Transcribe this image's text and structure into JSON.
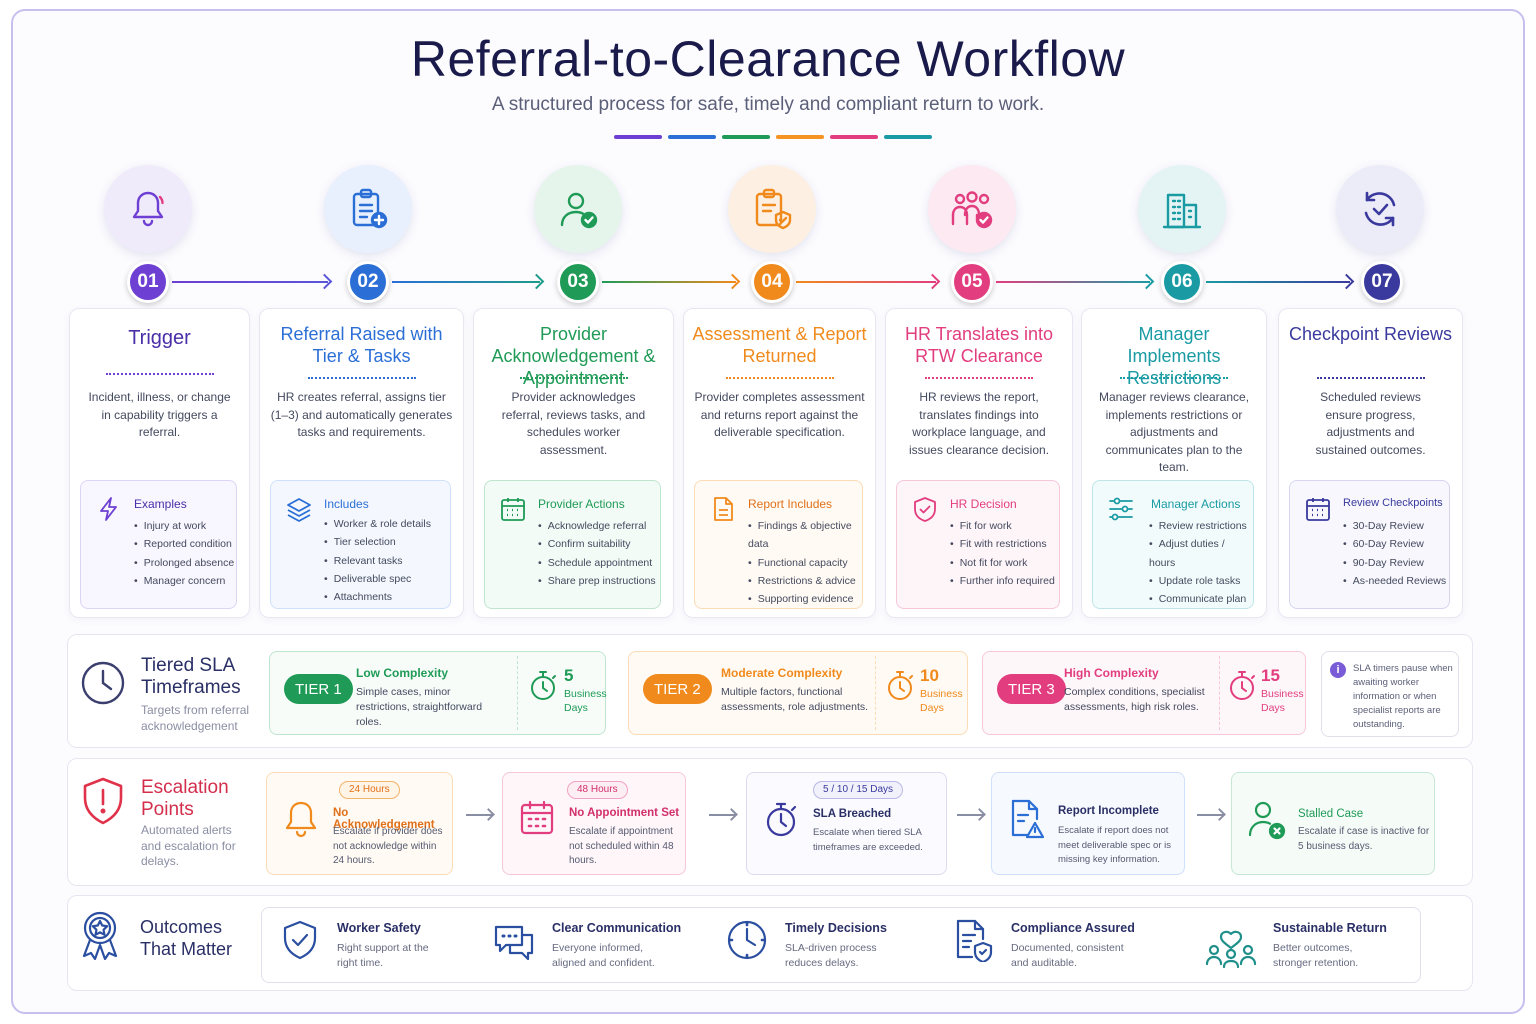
{
  "header": {
    "title": "Referral-to-Clearance Workflow",
    "subtitle": "A structured process for safe, timely and compliant return to work.",
    "bar_colors": [
      "#6d3fd2",
      "#2b6fd6",
      "#1f9b57",
      "#f59422",
      "#e23d7e",
      "#1a9ba3"
    ]
  },
  "steps": [
    {
      "num": "01",
      "icon": "bell-icon",
      "color": "#6d3fd2",
      "title": "Trigger",
      "desc": "Incident, illness, or change in capability triggers a referral.",
      "sub_title": "Examples",
      "sub_icon": "lightning-icon",
      "items": [
        "Injury at work",
        "Reported condition",
        "Prolonged absence",
        "Manager concern"
      ]
    },
    {
      "num": "02",
      "icon": "clipboard-plus-icon",
      "color": "#2b6fd6",
      "title": "Referral Raised with Tier & Tasks",
      "desc": "HR creates referral, assigns tier (1–3) and automatically generates tasks and requirements.",
      "sub_title": "Includes",
      "sub_icon": "layers-icon",
      "items": [
        "Worker & role details",
        "Tier selection",
        "Relevant tasks",
        "Deliverable spec",
        "Attachments"
      ]
    },
    {
      "num": "03",
      "icon": "user-check-icon",
      "color": "#1f9b57",
      "title": "Provider Acknowledgement & Appointment",
      "desc": "Provider acknowledges referral, reviews tasks, and schedules worker assessment.",
      "sub_title": "Provider Actions",
      "sub_icon": "calendar-icon",
      "items": [
        "Acknowledge referral",
        "Confirm suitability",
        "Schedule appointment",
        "Share prep instructions"
      ]
    },
    {
      "num": "04",
      "icon": "clipboard-shield-icon",
      "color": "#f08a1c",
      "title": "Assessment & Report Returned",
      "desc": "Provider completes assessment and returns report against the deliverable specification.",
      "sub_title": "Report Includes",
      "sub_icon": "document-icon",
      "items": [
        "Findings & objective data",
        "Functional capacity",
        "Restrictions & advice",
        "Supporting evidence"
      ]
    },
    {
      "num": "05",
      "icon": "team-check-icon",
      "color": "#e23d7e",
      "title": "HR Translates into RTW Clearance",
      "desc": "HR reviews the report, translates findings into workplace language, and issues clearance decision.",
      "sub_title": "HR Decision",
      "sub_icon": "shield-check-icon",
      "items": [
        "Fit for work",
        "Fit with restrictions",
        "Not fit for work",
        "Further info required"
      ]
    },
    {
      "num": "06",
      "icon": "building-icon",
      "color": "#1a9ba3",
      "title": "Manager Implements Restrictions",
      "desc": "Manager reviews clearance, implements restrictions or adjustments and communicates plan to the team.",
      "sub_title": "Manager Actions",
      "sub_icon": "sliders-icon",
      "items": [
        "Review restrictions",
        "Adjust duties / hours",
        "Update role tasks",
        "Communicate plan"
      ]
    },
    {
      "num": "07",
      "icon": "refresh-check-icon",
      "color": "#3a3a9e",
      "title": "Checkpoint Reviews",
      "desc": "Scheduled reviews ensure progress, adjustments and sustained outcomes.",
      "sub_title": "Review Checkpoints",
      "sub_icon": "calendar-icon",
      "items": [
        "30-Day Review",
        "60-Day Review",
        "90-Day Review",
        "As-needed Reviews"
      ]
    }
  ],
  "sla": {
    "title": "Tiered SLA Timeframes",
    "desc": "Targets from referral acknowledgement",
    "tiers": [
      {
        "label": "TIER 1",
        "name": "Low Complexity",
        "desc": "Simple cases, minor restrictions, straightforward roles.",
        "days": "5",
        "unit": "Business Days",
        "color": "#1f9b57"
      },
      {
        "label": "TIER 2",
        "name": "Moderate Complexity",
        "desc": "Multiple factors, functional assessments, role adjustments.",
        "days": "10",
        "unit": "Business Days",
        "color": "#f08a1c"
      },
      {
        "label": "TIER 3",
        "name": "High Complexity",
        "desc": "Complex conditions, specialist assessments, high risk roles.",
        "days": "15",
        "unit": "Business Days",
        "color": "#e23d7e"
      }
    ],
    "note": "SLA timers pause when awaiting worker information or when specialist reports are outstanding."
  },
  "escalation": {
    "title": "Escalation Points",
    "desc": "Automated alerts and escalation for delays.",
    "items": [
      {
        "badge": "24 Hours",
        "title": "No Acknowledgement",
        "desc": "Escalate if provider does not acknowledge within 24 hours.",
        "icon": "bell-icon",
        "color": "#f08a1c"
      },
      {
        "badge": "48 Hours",
        "title": "No Appointment Set",
        "desc": "Escalate if appointment not scheduled within 48 hours.",
        "icon": "calendar-icon",
        "color": "#e23d7e"
      },
      {
        "badge": "5 / 10 / 15 Days",
        "title": "SLA Breached",
        "desc": "Escalate when tiered SLA timeframes are exceeded.",
        "icon": "stopwatch-icon",
        "color": "#3a3a9e"
      },
      {
        "badge": "",
        "title": "Report Incomplete",
        "desc": "Escalate if report does not meet deliverable spec or is missing key information.",
        "icon": "document-warning-icon",
        "color": "#2b6fd6"
      },
      {
        "badge": "",
        "title": "Stalled Case",
        "desc": "Escalate if case is inactive for 5 business days.",
        "icon": "user-x-icon",
        "color": "#1f9b57"
      }
    ]
  },
  "outcomes": {
    "title": "Outcomes That Matter",
    "items": [
      {
        "title": "Worker Safety",
        "desc": "Right support at the right time.",
        "icon": "shield-check-icon"
      },
      {
        "title": "Clear Communication",
        "desc": "Everyone informed, aligned and confident.",
        "icon": "chat-icon"
      },
      {
        "title": "Timely Decisions",
        "desc": "SLA-driven process reduces delays.",
        "icon": "clock-icon"
      },
      {
        "title": "Compliance Assured",
        "desc": "Documented, consistent and auditable.",
        "icon": "document-shield-icon"
      },
      {
        "title": "Sustainable Return",
        "desc": "Better outcomes, stronger retention.",
        "icon": "people-heart-icon"
      }
    ]
  }
}
